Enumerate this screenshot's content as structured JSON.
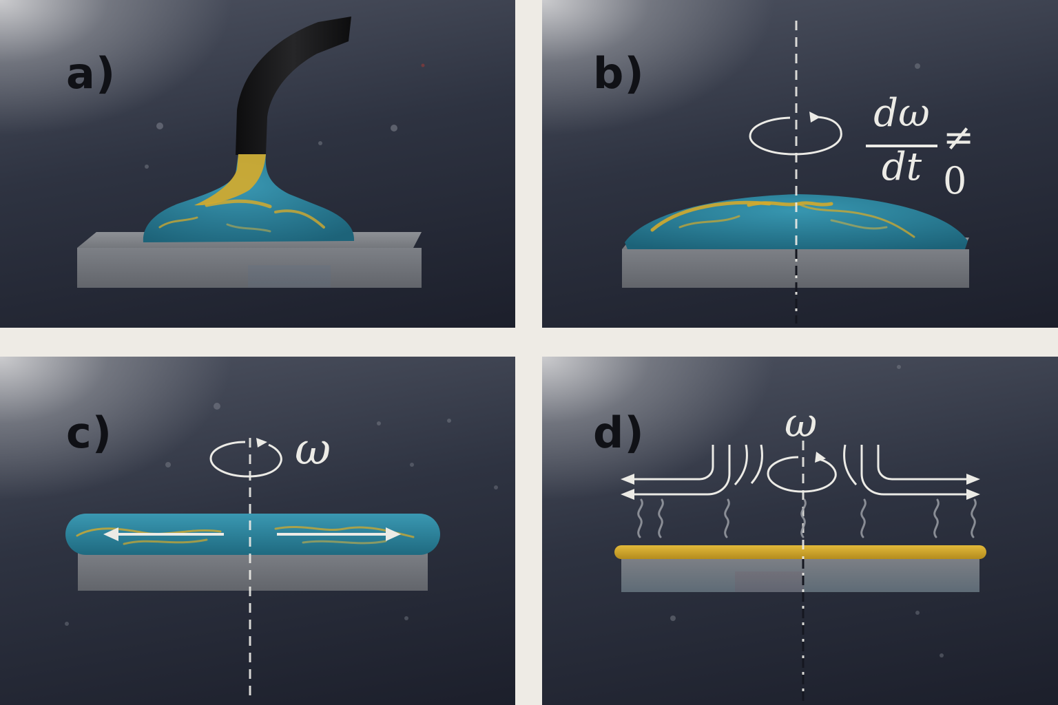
{
  "panels": {
    "a": {
      "label": "a)"
    },
    "b": {
      "label": "b)",
      "equation": {
        "numerator": "dω",
        "denominator": "dt",
        "relation": "≠",
        "value": "0"
      }
    },
    "c": {
      "label": "c)",
      "symbol": "ω"
    },
    "d": {
      "label": "d)",
      "symbol": "ω"
    }
  },
  "colors": {
    "fluid_blue": "#2a7f99",
    "fluid_yellow": "#d2aa2e",
    "substrate_gray": "#7c7f84",
    "nozzle_black": "#141414",
    "annotation_white": "#ecebe6",
    "label_dark": "#101116",
    "background_light": "#eeebe5"
  }
}
